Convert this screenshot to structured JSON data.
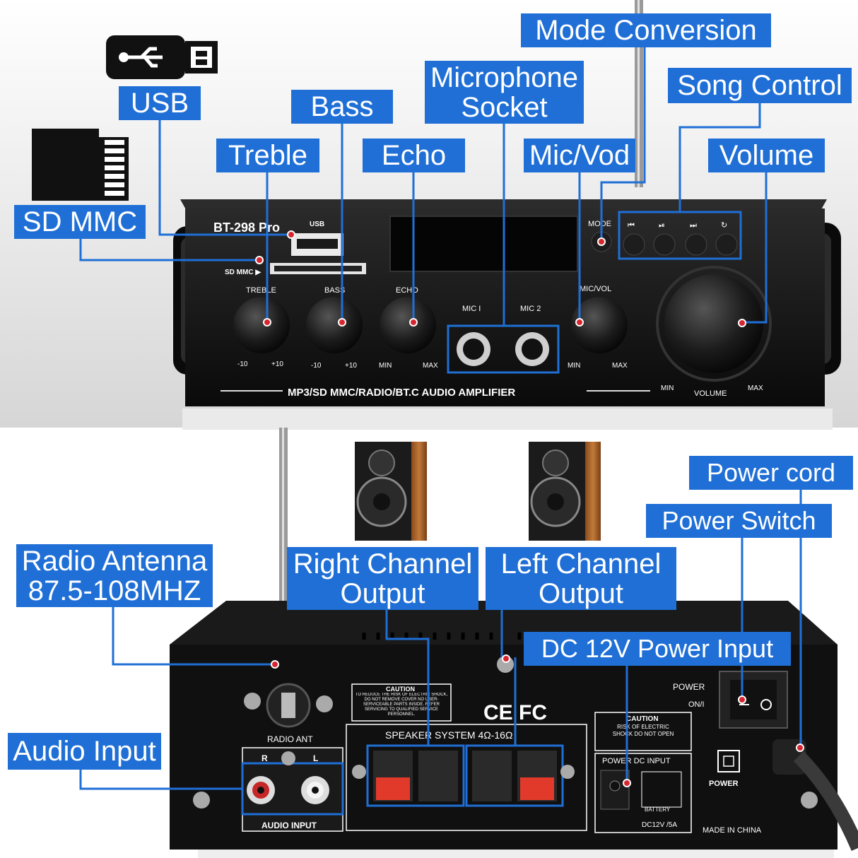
{
  "front_panel": {
    "model": "BT-298 Pro",
    "usb_port_label": "USB",
    "sd_slot_label": "SD MMC ▶",
    "knob_labels": {
      "treble": "TREBLE",
      "bass": "BASS",
      "echo": "ECHO",
      "mic_vol": "MIC/VOL",
      "volume": "VOLUME"
    },
    "scale": {
      "minus": "-10",
      "plus": "+10",
      "min": "MIN",
      "max": "MAX"
    },
    "mic1": "MIC I",
    "mic2": "MIC 2",
    "mode": "MODE",
    "song_buttons": [
      "⏮",
      "⏯",
      "⏭",
      "↻"
    ],
    "footer": "MP3/SD MMC/RADIO/BT.C AUDIO AMPLIFIER"
  },
  "rear_panel": {
    "radio_ant": "RADIO ANT",
    "audio_input": "AUDIO INPUT",
    "audio_r": "R",
    "audio_l": "L",
    "caution_title": "CAUTION",
    "caution_text": "TO REDUCE THE RISK OF ELECTRIC SHOCK, DO NOT REMOVE COVER NO USER-SERVICEABLE PARTS INSIDE. REFER SERVICING TO QUALIFIED SERVICE PERSONNEL.",
    "certifications": "CE  FC",
    "speaker_system": "SPEAKER SYSTEM 4Ω-16Ω",
    "caution2_title": "CAUTION",
    "caution2_text": "RISK OF ELECTRIC SHOCK DO NOT OPEN",
    "power_dc_input": "POWER DC INPUT",
    "battery": "BATTERY",
    "dc_spec": "DC12V /5A",
    "power": "POWER",
    "on_off": "ON/I",
    "power_button_label": "POWER",
    "made_in": "MADE IN CHINA"
  },
  "callouts": {
    "usb": "USB",
    "sd_mmc": "SD MMC",
    "treble": "Treble",
    "bass": "Bass",
    "echo": "Echo",
    "microphone_socket": "Microphone\nSocket",
    "mic_vod": "Mic/Vod",
    "mode_conversion": "Mode Conversion",
    "song_control": "Song Control",
    "volume": "Volume",
    "radio_antenna": "Radio Antenna\n87.5-108MHZ",
    "right_channel": "Right Channel\nOutput",
    "left_channel": "Left Channel\nOutput",
    "power_cord": "Power cord",
    "power_switch": "Power Switch",
    "dc_power": "DC 12V Power Input",
    "audio_input": "Audio Input"
  },
  "colors": {
    "callout_bg": "#1f6fd6",
    "chassis": "#151515",
    "panel": "#0d0d0d",
    "pointer_dot": "#d8262f",
    "speaker_wood": "#b86a2c"
  },
  "icons": [
    "usb-drive-icon",
    "sd-card-icon",
    "speaker-icon"
  ]
}
